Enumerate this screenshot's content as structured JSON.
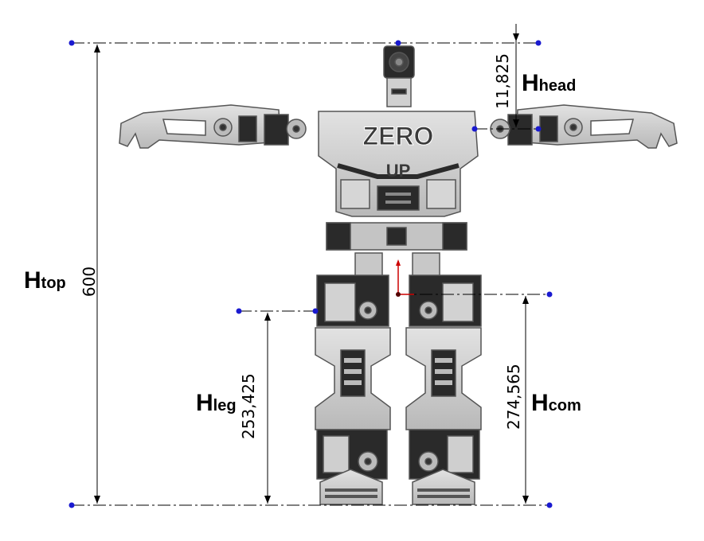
{
  "labels": {
    "h_top": {
      "main": "H",
      "sub": "top"
    },
    "h_head": {
      "main": "H",
      "sub": "head"
    },
    "h_leg": {
      "main": "H",
      "sub": "leg"
    },
    "h_com": {
      "main": "H",
      "sub": "com"
    }
  },
  "dimensions": {
    "top": "600",
    "head": "11,825",
    "leg": "253,425",
    "com": "274,565"
  },
  "robot": {
    "logo_line1": "ZERO",
    "logo_line2": "UP"
  },
  "colors": {
    "robot_body": "#c8c8c8",
    "robot_dark": "#2a2a2a",
    "robot_edge": "#555555",
    "dimension_line": "#000000",
    "point_marker": "#1a1ad0",
    "com_axis": "#cc0000"
  }
}
